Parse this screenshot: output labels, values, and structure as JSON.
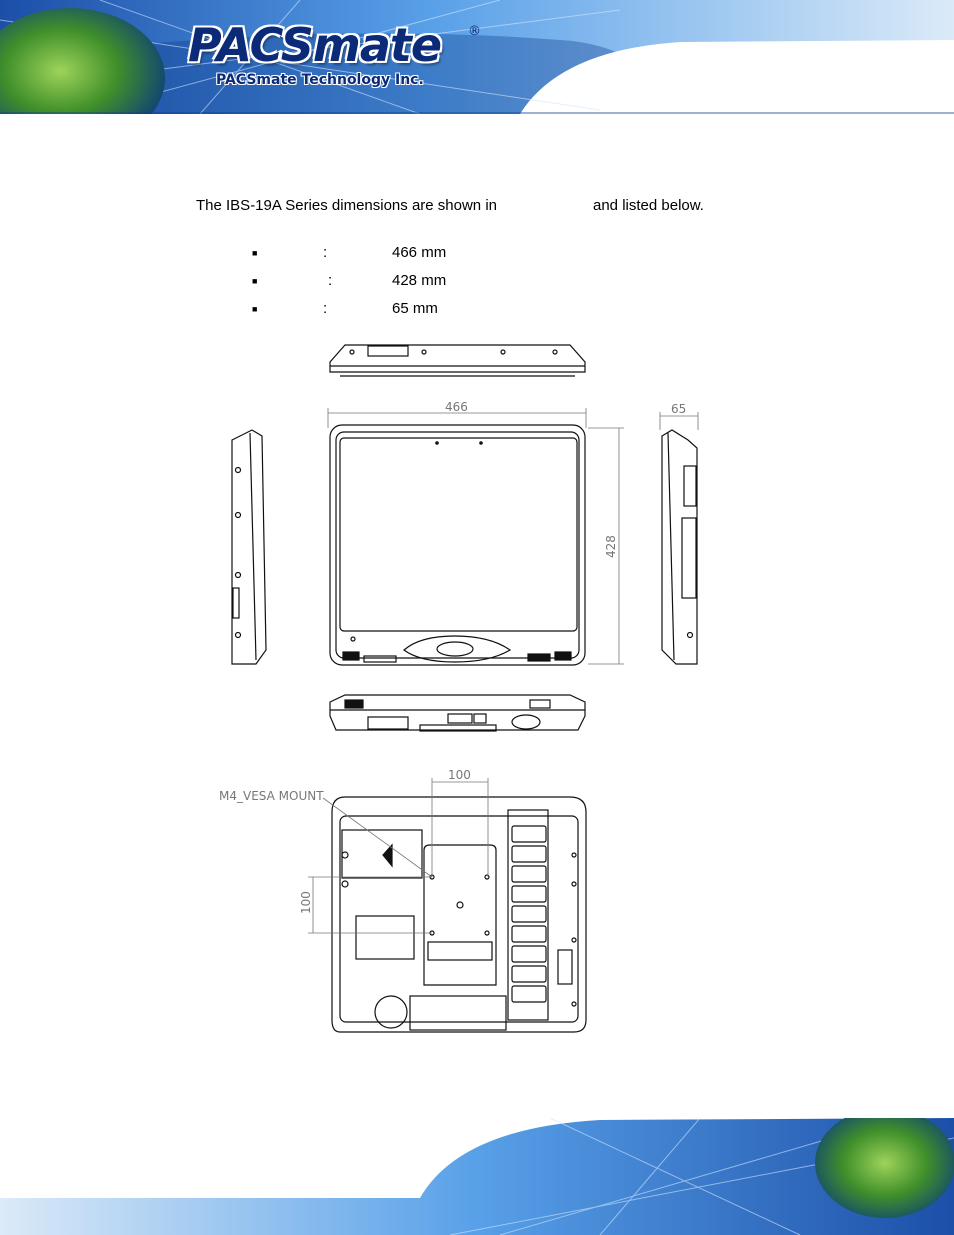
{
  "brand": {
    "logo": "PACSmate",
    "registered": "®",
    "company": "PACSmate Technology Inc."
  },
  "intro": {
    "part1": "The IBS-19A Series dimensions are shown in",
    "part2": "and listed below."
  },
  "specs": [
    {
      "sep": ":",
      "value": "466 mm"
    },
    {
      "sep": ":",
      "value": "428 mm"
    },
    {
      "sep": ":",
      "value": "65 mm"
    }
  ],
  "drawing_labels": {
    "width": "466",
    "height": "428",
    "depth": "65",
    "vesa_spacing": "100",
    "vesa_mount": "M4_VESA MOUNT"
  },
  "colors": {
    "brand_blue": "#0b2a78",
    "banner_blue": "#2a6fd1"
  }
}
